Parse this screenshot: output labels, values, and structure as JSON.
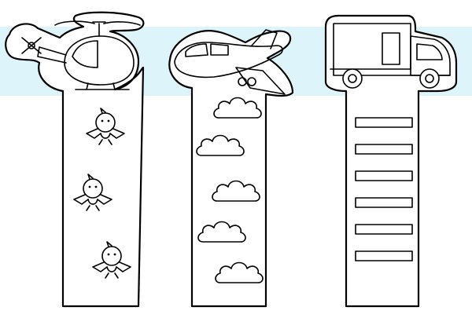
{
  "colors": {
    "background": "#ffffff",
    "backdrop": "#ddf4fb",
    "ink": "#000000"
  },
  "bookmarks": [
    {
      "id": "helicopter",
      "decoration": "bird-icon",
      "decoration_count": 3
    },
    {
      "id": "airplane",
      "decoration": "cloud-icon",
      "decoration_count": 5
    },
    {
      "id": "truck",
      "decoration": "rectangle-box-icon",
      "decoration_count": 6
    }
  ]
}
